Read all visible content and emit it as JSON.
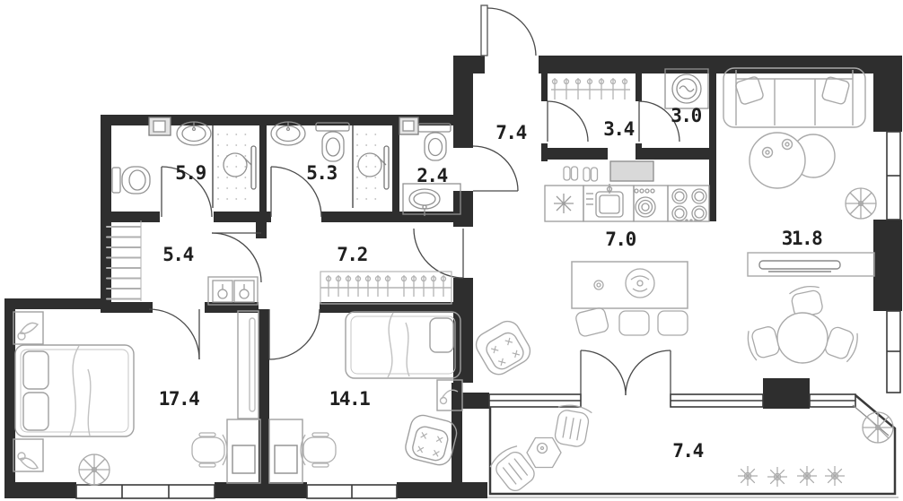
{
  "plan_title": "",
  "colors": {
    "wall": "#2e2e2e",
    "door": "#4a4a4a",
    "furniture_stroke": "#a9a9a9",
    "fixture_stroke": "#919191",
    "label": "#1f1f1f",
    "mat_fill": "#d9d9d9",
    "background": "#ffffff"
  },
  "rooms": [
    {
      "id": "bathroom-1",
      "area_label": "5.9"
    },
    {
      "id": "bathroom-2",
      "area_label": "5.3"
    },
    {
      "id": "wc",
      "area_label": "2.4"
    },
    {
      "id": "entry-hall",
      "area_label": "7.4"
    },
    {
      "id": "wardrobe",
      "area_label": "3.4"
    },
    {
      "id": "laundry",
      "area_label": "3.0"
    },
    {
      "id": "corridor-1",
      "area_label": "5.4"
    },
    {
      "id": "corridor-2",
      "area_label": "7.2"
    },
    {
      "id": "kitchen",
      "area_label": "7.0"
    },
    {
      "id": "living-room",
      "area_label": "31.8"
    },
    {
      "id": "bedroom-1",
      "area_label": "17.4"
    },
    {
      "id": "bedroom-2",
      "area_label": "14.1"
    },
    {
      "id": "balcony",
      "area_label": "7.4"
    }
  ],
  "furniture_icons": {
    "bathroom-1": [
      "toilet-icon",
      "washbasin-icon",
      "shower-icon",
      "cabinet-icon"
    ],
    "bathroom-2": [
      "washbasin-icon",
      "toilet-icon",
      "shower-icon"
    ],
    "wc": [
      "toilet-icon",
      "washbasin-icon",
      "cabinet-icon"
    ],
    "entry-hall": [
      "entry-door-icon"
    ],
    "wardrobe": [
      "clothes-rail-icon",
      "shoes-icon",
      "doormat-icon"
    ],
    "laundry": [
      "washing-machine-icon"
    ],
    "corridor-1": [
      "towel-ladder-icon",
      "bottle-stand-icon"
    ],
    "corridor-2": [
      "coat-rack-icon"
    ],
    "kitchen": [
      "fridge-icon",
      "sink-icon",
      "dishes-icon",
      "stove-icon",
      "dining-table-icon",
      "chair-icon",
      "plant-icon"
    ],
    "living-room": [
      "sofa-icon",
      "pillow-icon",
      "coffee-table-icon",
      "tv-console-icon",
      "round-table-icon",
      "chair-icon",
      "armchair-icon",
      "plant-icon"
    ],
    "bedroom-1": [
      "double-bed-icon",
      "pillow-icon",
      "nightstand-icon",
      "wardrobe-cabinet-icon",
      "desk-icon",
      "office-chair-icon",
      "plant-icon"
    ],
    "bedroom-2": [
      "single-bed-icon",
      "pillow-icon",
      "nightstand-icon",
      "desk-icon",
      "office-chair-icon",
      "armchair-icon"
    ],
    "balcony": [
      "garden-chair-icon",
      "hexagon-table-icon",
      "plant-icon",
      "flowers-icon"
    ]
  }
}
